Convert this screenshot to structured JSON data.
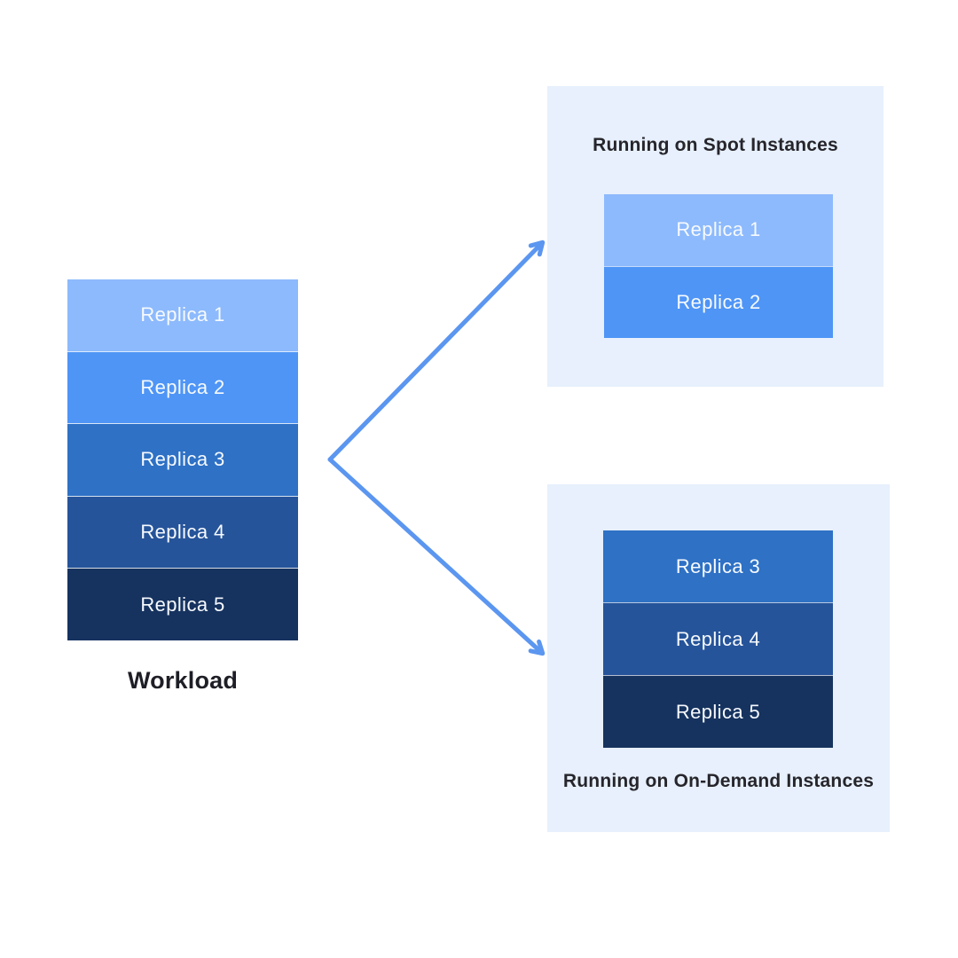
{
  "diagram": {
    "workload": {
      "label": "Workload",
      "replicas": [
        {
          "label": "Replica 1",
          "color": "#8dbafc"
        },
        {
          "label": "Replica 2",
          "color": "#4e95f6"
        },
        {
          "label": "Replica 3",
          "color": "#2e71c5"
        },
        {
          "label": "Replica 4",
          "color": "#26549a"
        },
        {
          "label": "Replica 5",
          "color": "#16335f"
        }
      ]
    },
    "spot": {
      "title": "Running on Spot Instances",
      "replicas": [
        {
          "label": "Replica 1",
          "color": "#8dbafc"
        },
        {
          "label": "Replica 2",
          "color": "#4e95f6"
        }
      ]
    },
    "ondemand": {
      "title": "Running on On-Demand Instances",
      "replicas": [
        {
          "label": "Replica 3",
          "color": "#2e71c5"
        },
        {
          "label": "Replica 4",
          "color": "#26549a"
        },
        {
          "label": "Replica 5",
          "color": "#16335f"
        }
      ]
    },
    "colors": {
      "page_bg": "#ffffff",
      "panel_bg": "#e7f0fc",
      "panel_border": "#dbe8f9",
      "arrow": "#5b96f0",
      "replica_text": "#f7faff",
      "title_text": "#26252b",
      "workload_text": "#1e1e26"
    }
  }
}
